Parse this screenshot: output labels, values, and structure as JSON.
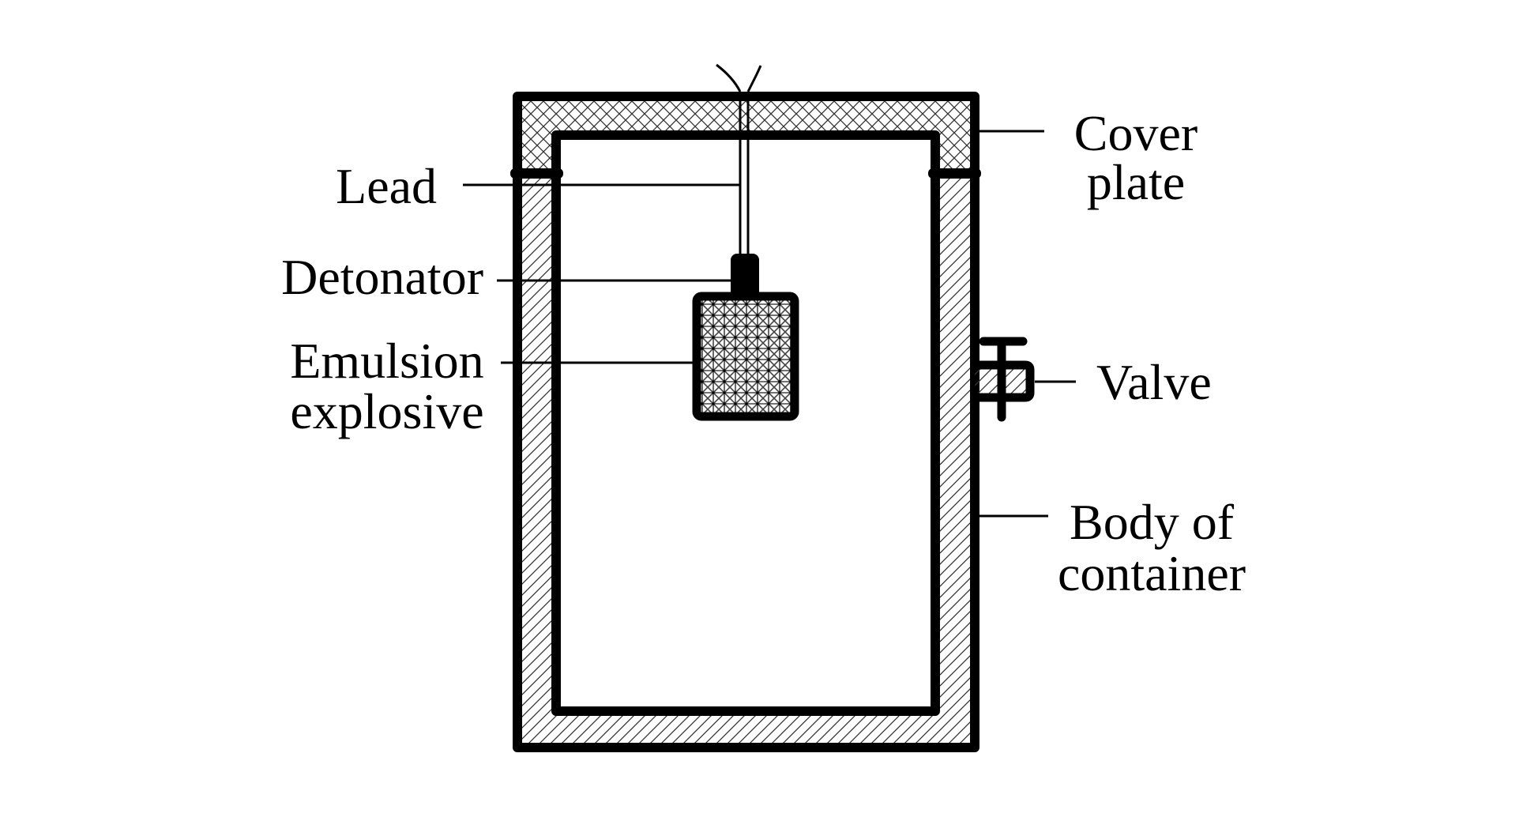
{
  "diagram": {
    "title": "Explosion container schematic",
    "colors": {
      "stroke": "#000000",
      "background": "#ffffff",
      "hatch": "#333333"
    },
    "labels": {
      "lead": "Lead",
      "detonator": "Detonator",
      "emulsion_line1": "Emulsion",
      "emulsion_line2": "explosive",
      "cover_line1": "Cover",
      "cover_line2": "plate",
      "valve": "Valve",
      "body_line1": "Body of",
      "body_line2": "container"
    },
    "components": [
      {
        "id": "cover-plate",
        "fill": "cross-hatch"
      },
      {
        "id": "container-body",
        "fill": "diagonal-hatch"
      },
      {
        "id": "emulsion-explosive",
        "fill": "dense-pattern"
      },
      {
        "id": "detonator",
        "fill": "solid"
      },
      {
        "id": "lead-wires",
        "fill": "none"
      },
      {
        "id": "valve",
        "fill": "diagonal-hatch"
      }
    ]
  }
}
